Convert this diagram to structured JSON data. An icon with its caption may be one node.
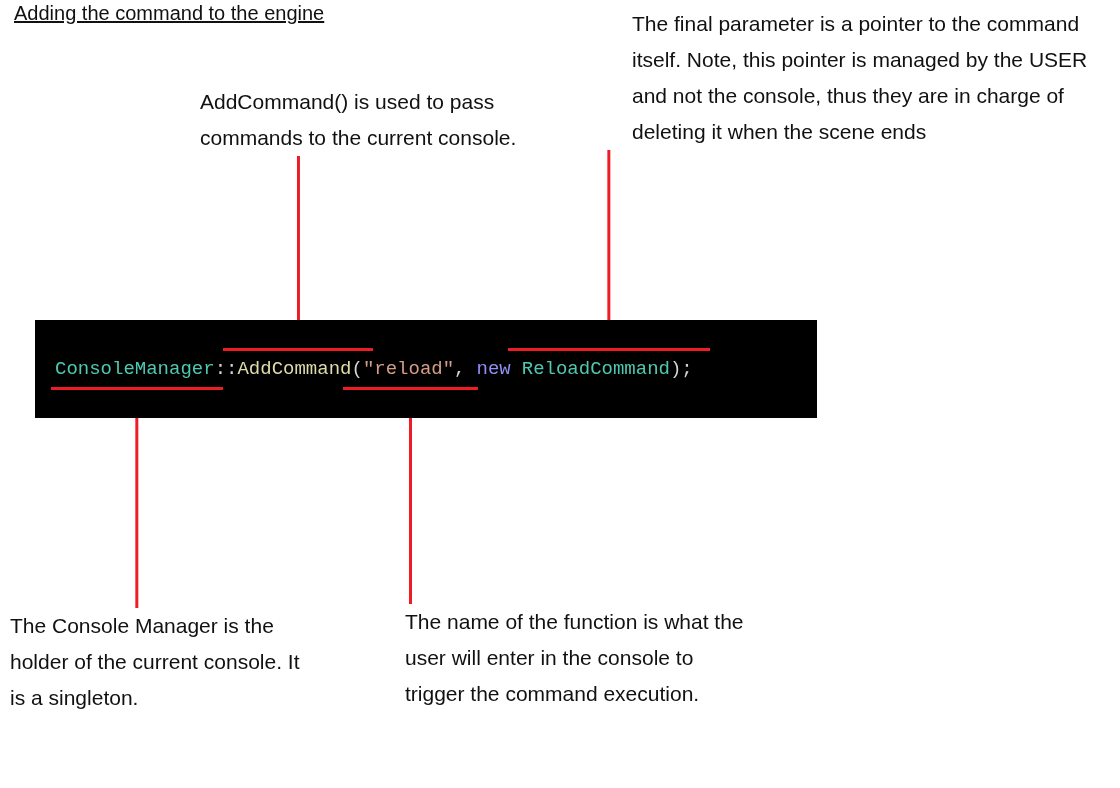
{
  "diagram": {
    "title": "Adding the command to the engine",
    "nodes": [
      {
        "text": [
          "AddCommand() is used to pass commands to the current console."
        ]
      },
      {
        "text": [
          "The final parameter is a pointer to the command itself.  Note, this pointer is managed by the USER and not the console, thus they are in charge of deleting it when the scene ends"
        ]
      },
      {
        "text": [],
        "shape": "bar"
      },
      {
        "text": [],
        "shape": "bar"
      },
      {
        "text": [],
        "shape": "bar"
      },
      {
        "text": [],
        "shape": "bar"
      },
      {
        "text": [
          "The Console Manager is the holder of the current console.  It is a singleton."
        ]
      },
      {
        "text": [
          "The name of the function is what the user will enter in the console to trigger the command execution."
        ]
      }
    ],
    "edges": [
      {
        "from": 0,
        "to": 2,
        "arrow": "none"
      },
      {
        "from": 1,
        "to": 3,
        "arrow": "none"
      },
      {
        "from": 6,
        "to": 4,
        "arrow": "none"
      },
      {
        "from": 7,
        "to": 5,
        "arrow": "none"
      }
    ],
    "labels": [
      "ConsoleManager",
      "::",
      "AddCommand",
      "(",
      "\"reload\"",
      ",",
      "new",
      "ReloadCommand",
      ");"
    ]
  }
}
